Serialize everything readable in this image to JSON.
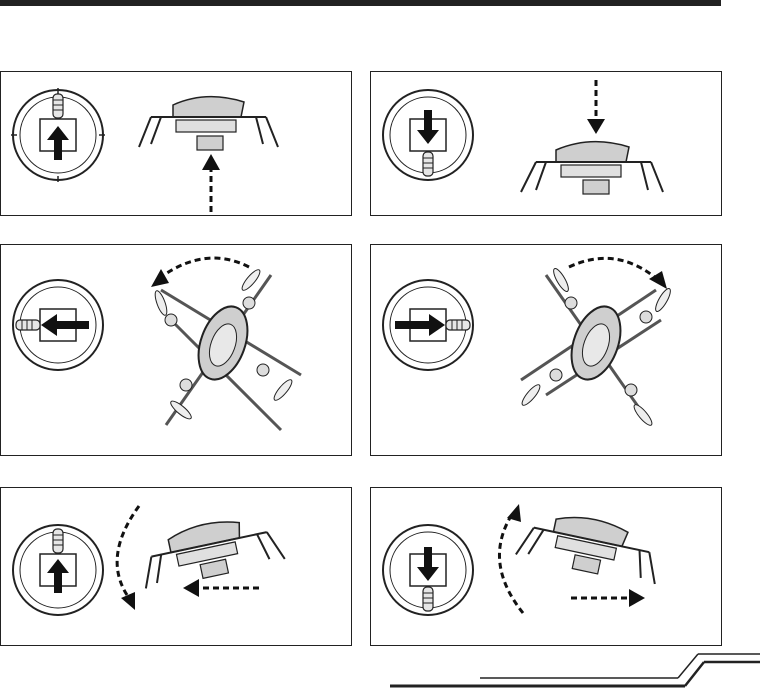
{
  "manual_page": {
    "panels": [
      {
        "id": "throttle-up",
        "stick": "left",
        "stick_direction": "up",
        "motion": "ascend"
      },
      {
        "id": "throttle-down",
        "stick": "left",
        "stick_direction": "down",
        "motion": "descend"
      },
      {
        "id": "yaw-left",
        "stick": "left",
        "stick_direction": "left",
        "motion": "rotate-counterclockwise"
      },
      {
        "id": "yaw-right",
        "stick": "left",
        "stick_direction": "right",
        "motion": "rotate-clockwise"
      },
      {
        "id": "pitch-forward",
        "stick": "right",
        "stick_direction": "up",
        "motion": "tilt-forward"
      },
      {
        "id": "pitch-backward",
        "stick": "right",
        "stick_direction": "down",
        "motion": "tilt-backward"
      }
    ],
    "colors": {
      "ink": "#222222",
      "drone_fill": "#cfcfcf",
      "background": "#ffffff"
    }
  }
}
